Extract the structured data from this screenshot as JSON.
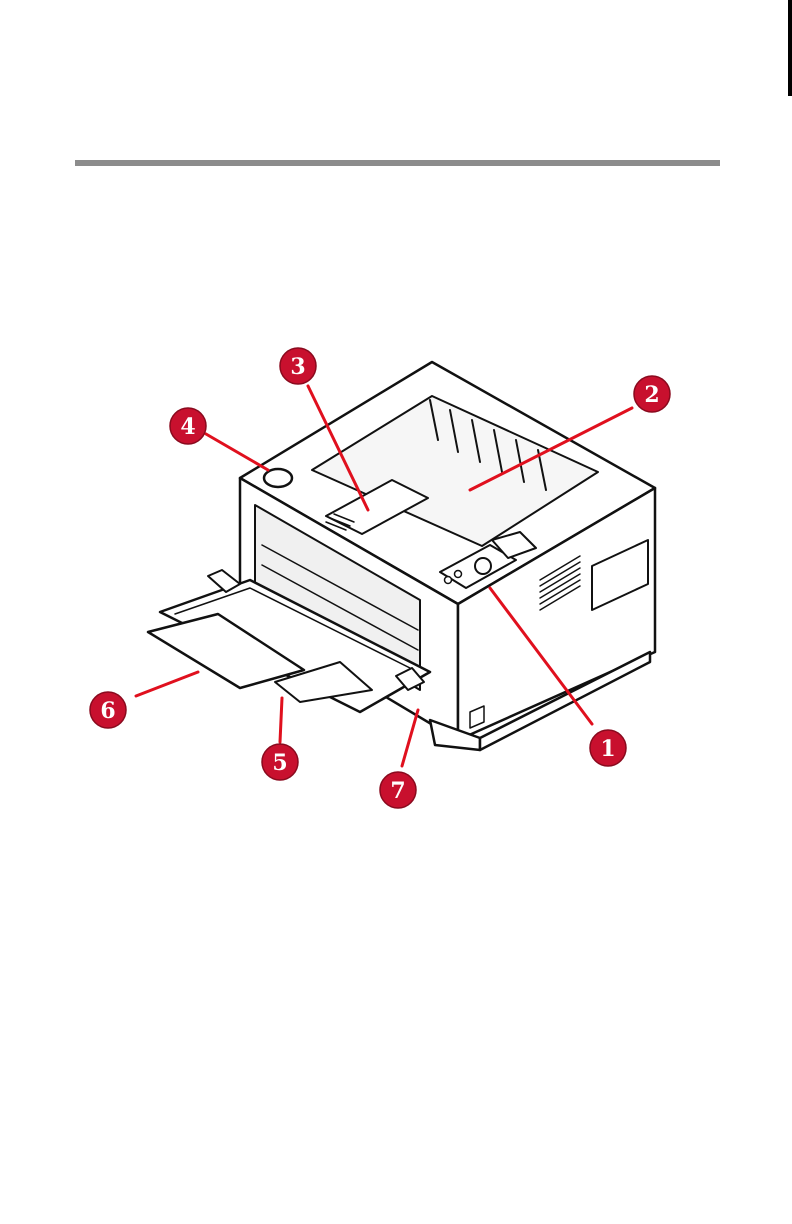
{
  "colors": {
    "rule": "#8c8c8c",
    "callout": "#c8102e",
    "leader": "#e0101e",
    "outline": "#111111"
  },
  "figure": {
    "subject": "printer-line-drawing",
    "callouts": [
      {
        "label": "1"
      },
      {
        "label": "2"
      },
      {
        "label": "3"
      },
      {
        "label": "4"
      },
      {
        "label": "5"
      },
      {
        "label": "6"
      },
      {
        "label": "7"
      }
    ]
  }
}
